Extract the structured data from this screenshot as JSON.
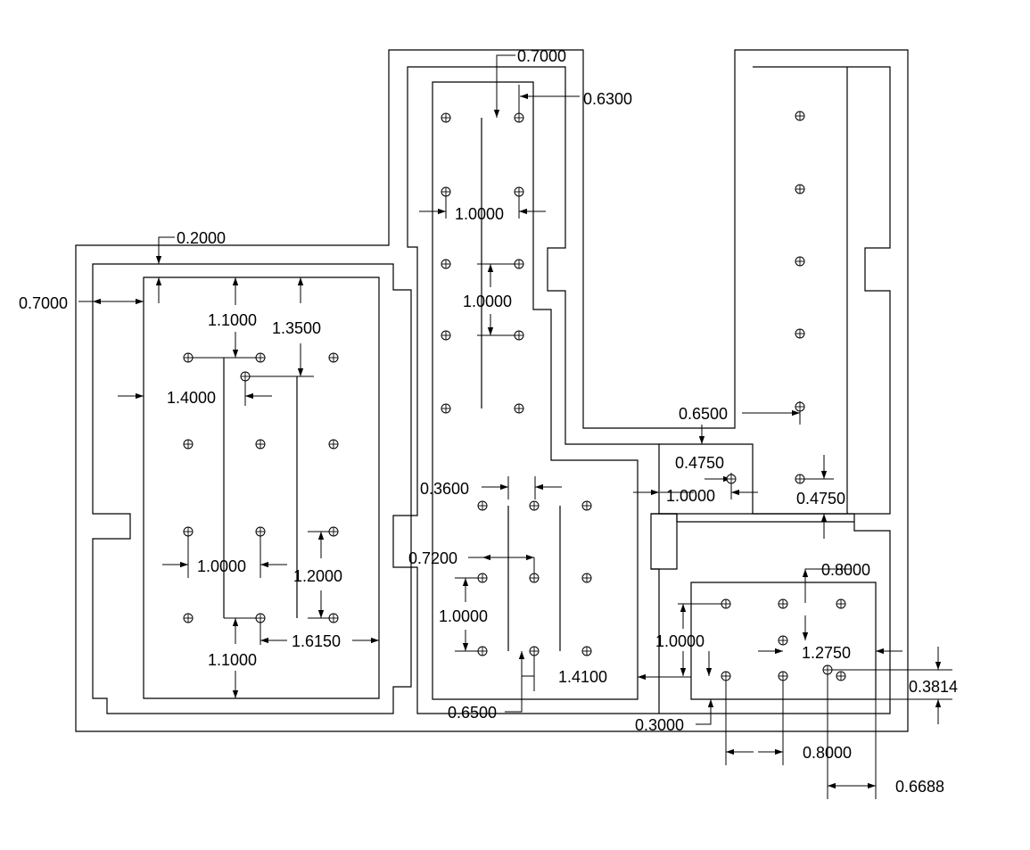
{
  "drawing": {
    "background": "#ffffff",
    "line_color": "#000000",
    "dimensions": [
      "0.7000",
      "0.6300",
      "1.0000",
      "1.0000",
      "0.2000",
      "0.7000",
      "1.1000",
      "1.3500",
      "1.4000",
      "1.0000",
      "1.2000",
      "1.1000",
      "1.6150",
      "0.6500",
      "0.4750",
      "1.0000",
      "0.4750",
      "0.3600",
      "0.7200",
      "1.0000",
      "1.4100",
      "0.6500",
      "0.8000",
      "1.0000",
      "1.2750",
      "0.3814",
      "0.3000",
      "0.8000",
      "0.6688"
    ]
  }
}
